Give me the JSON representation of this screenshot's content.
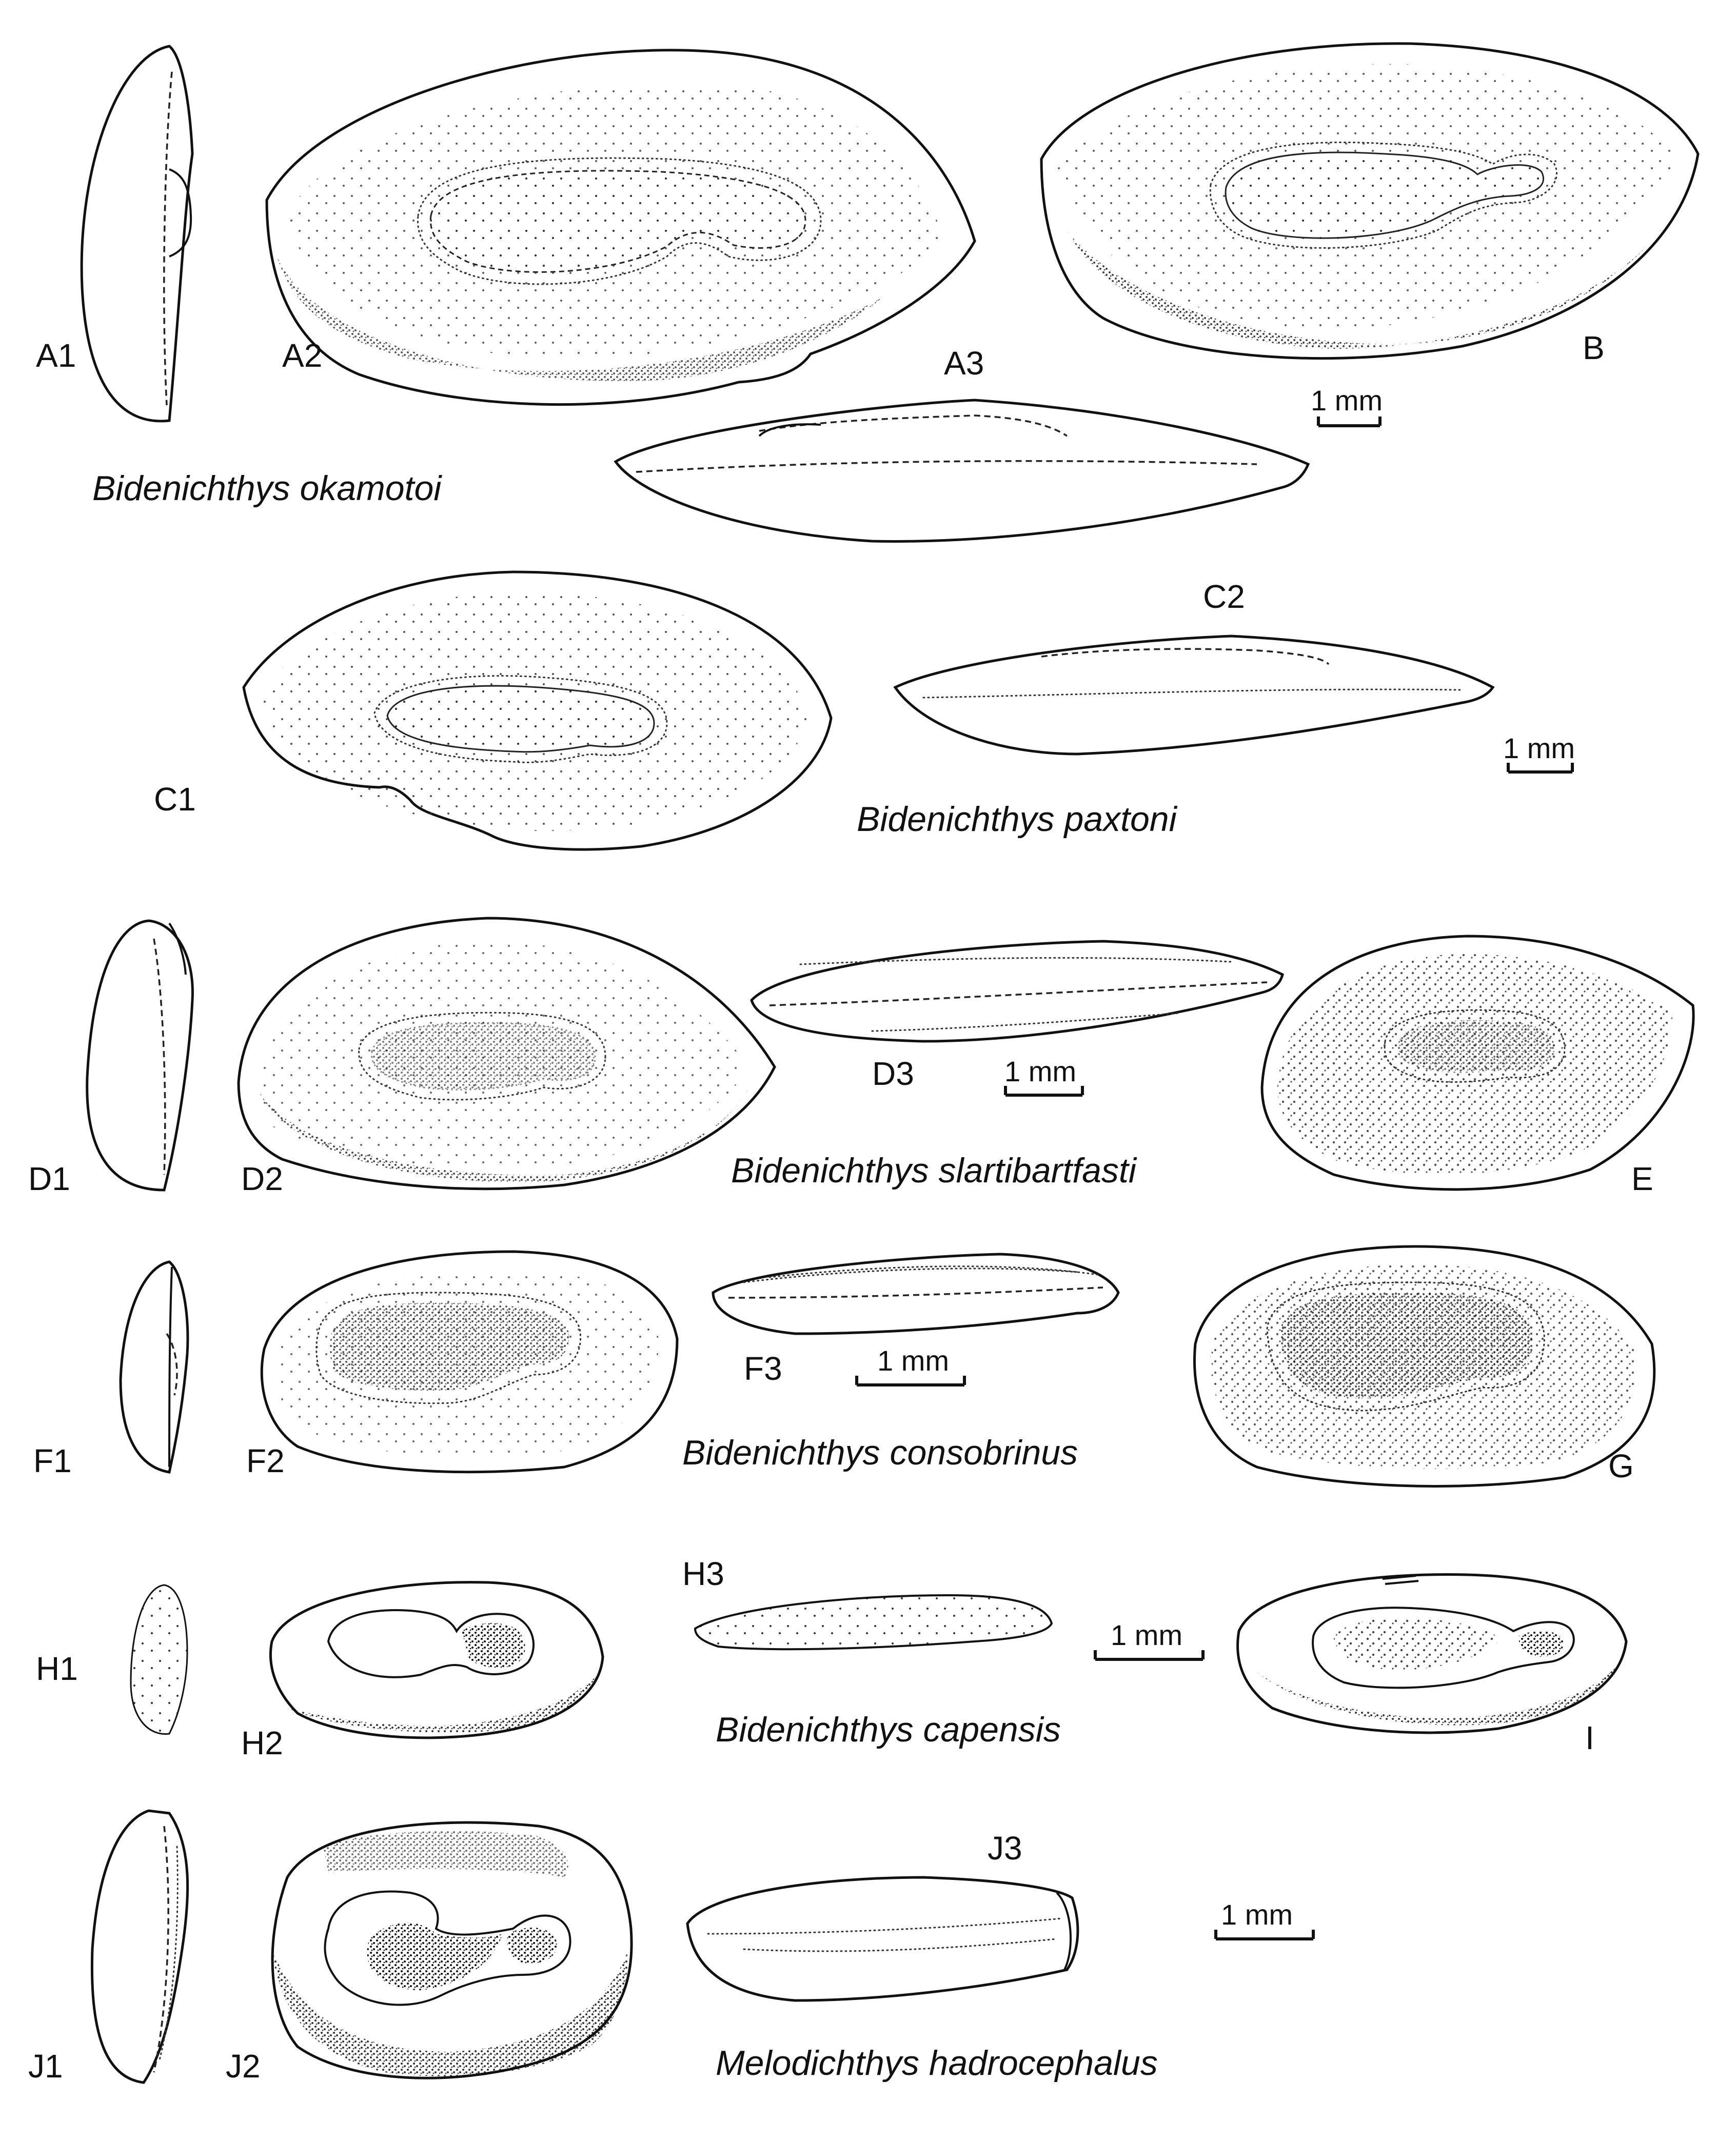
{
  "figure": {
    "panel_labels": {
      "A1": "A1",
      "A2": "A2",
      "A3": "A3",
      "B": "B",
      "C1": "C1",
      "C2": "C2",
      "D1": "D1",
      "D2": "D2",
      "D3": "D3",
      "E": "E",
      "F1": "F1",
      "F2": "F2",
      "F3": "F3",
      "G": "G",
      "H1": "H1",
      "H2": "H2",
      "H3": "H3",
      "I": "I",
      "J1": "J1",
      "J2": "J2",
      "J3": "J3"
    },
    "species": {
      "okamotoi": "Bidenichthys okamotoi",
      "paxtoni": "Bidenichthys paxtoni",
      "slartibartfasti": "Bidenichthys slartibartfasti",
      "consobrinus": "Bidenichthys consobrinus",
      "capensis": "Bidenichthys capensis",
      "hadrocephalus": "Melodichthys hadrocephalus"
    },
    "scale_bars": {
      "row1": "1 mm",
      "row2": "1 mm",
      "row3": "1 mm",
      "row4": "1 mm",
      "row5": "1 mm",
      "row6": "1 mm"
    }
  }
}
